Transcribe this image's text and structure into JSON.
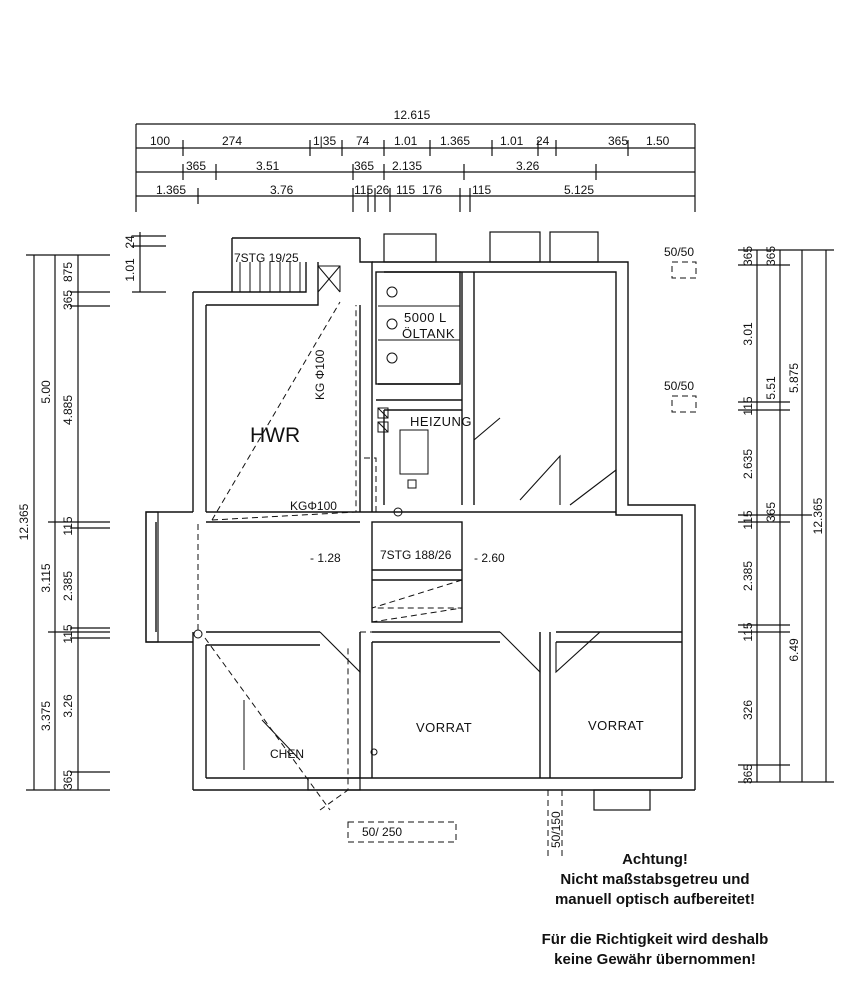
{
  "dimensions": {
    "top_total": "12.615",
    "top_row1": [
      "100",
      "274",
      "1|35",
      "74",
      "1.01",
      "1.365",
      "1.01",
      "24",
      "365",
      "1.50"
    ],
    "top_row2": [
      "365",
      "3.51",
      "365",
      "2.135",
      "3.26"
    ],
    "top_row3": [
      "1.365",
      "3.76",
      "115",
      "26",
      "115",
      "176",
      "115",
      "5.125"
    ],
    "left_total": "12.365",
    "left_outer": [
      "5.00",
      "3.115",
      "3.375"
    ],
    "left_inner": [
      "875",
      "365",
      "4.885",
      "115",
      "2.385",
      "115",
      "3.26",
      "365"
    ],
    "left_stair": [
      "24",
      "1.01"
    ],
    "right_total": "12.365",
    "right_outer": [
      "5.875",
      "6.49"
    ],
    "right_mid": [
      "365",
      "5.51",
      "365"
    ],
    "right_inner": [
      "365",
      "3.01",
      "115",
      "2.635",
      "115",
      "2.385",
      "115",
      "326",
      "365"
    ]
  },
  "rooms": {
    "hwr": "HWR",
    "vorrat_left": "VORRAT",
    "vorrat_right": "VORRAT",
    "heizung": "HEIZUNG",
    "tank_volume": "5000 L",
    "tank_label": "ÖLTANK",
    "partial": "CHEN"
  },
  "annotations": {
    "stair_top": "7STG 19/25",
    "stair_mid": "7STG 188/26",
    "pipe1": "KG Φ100",
    "pipe2": "KGΦ100",
    "level1": "- 1.28",
    "level2": "- 2.60",
    "window1": "50/50",
    "window2": "50/50",
    "window3": "50/ 250",
    "window4": "50/150"
  },
  "notice": {
    "line1": "Achtung!",
    "line2": "Nicht maßstabsgetreu und",
    "line3": "manuell optisch aufbereitet!",
    "line4": "Für die Richtigkeit wird deshalb",
    "line5": "keine Gewähr übernommen!"
  }
}
